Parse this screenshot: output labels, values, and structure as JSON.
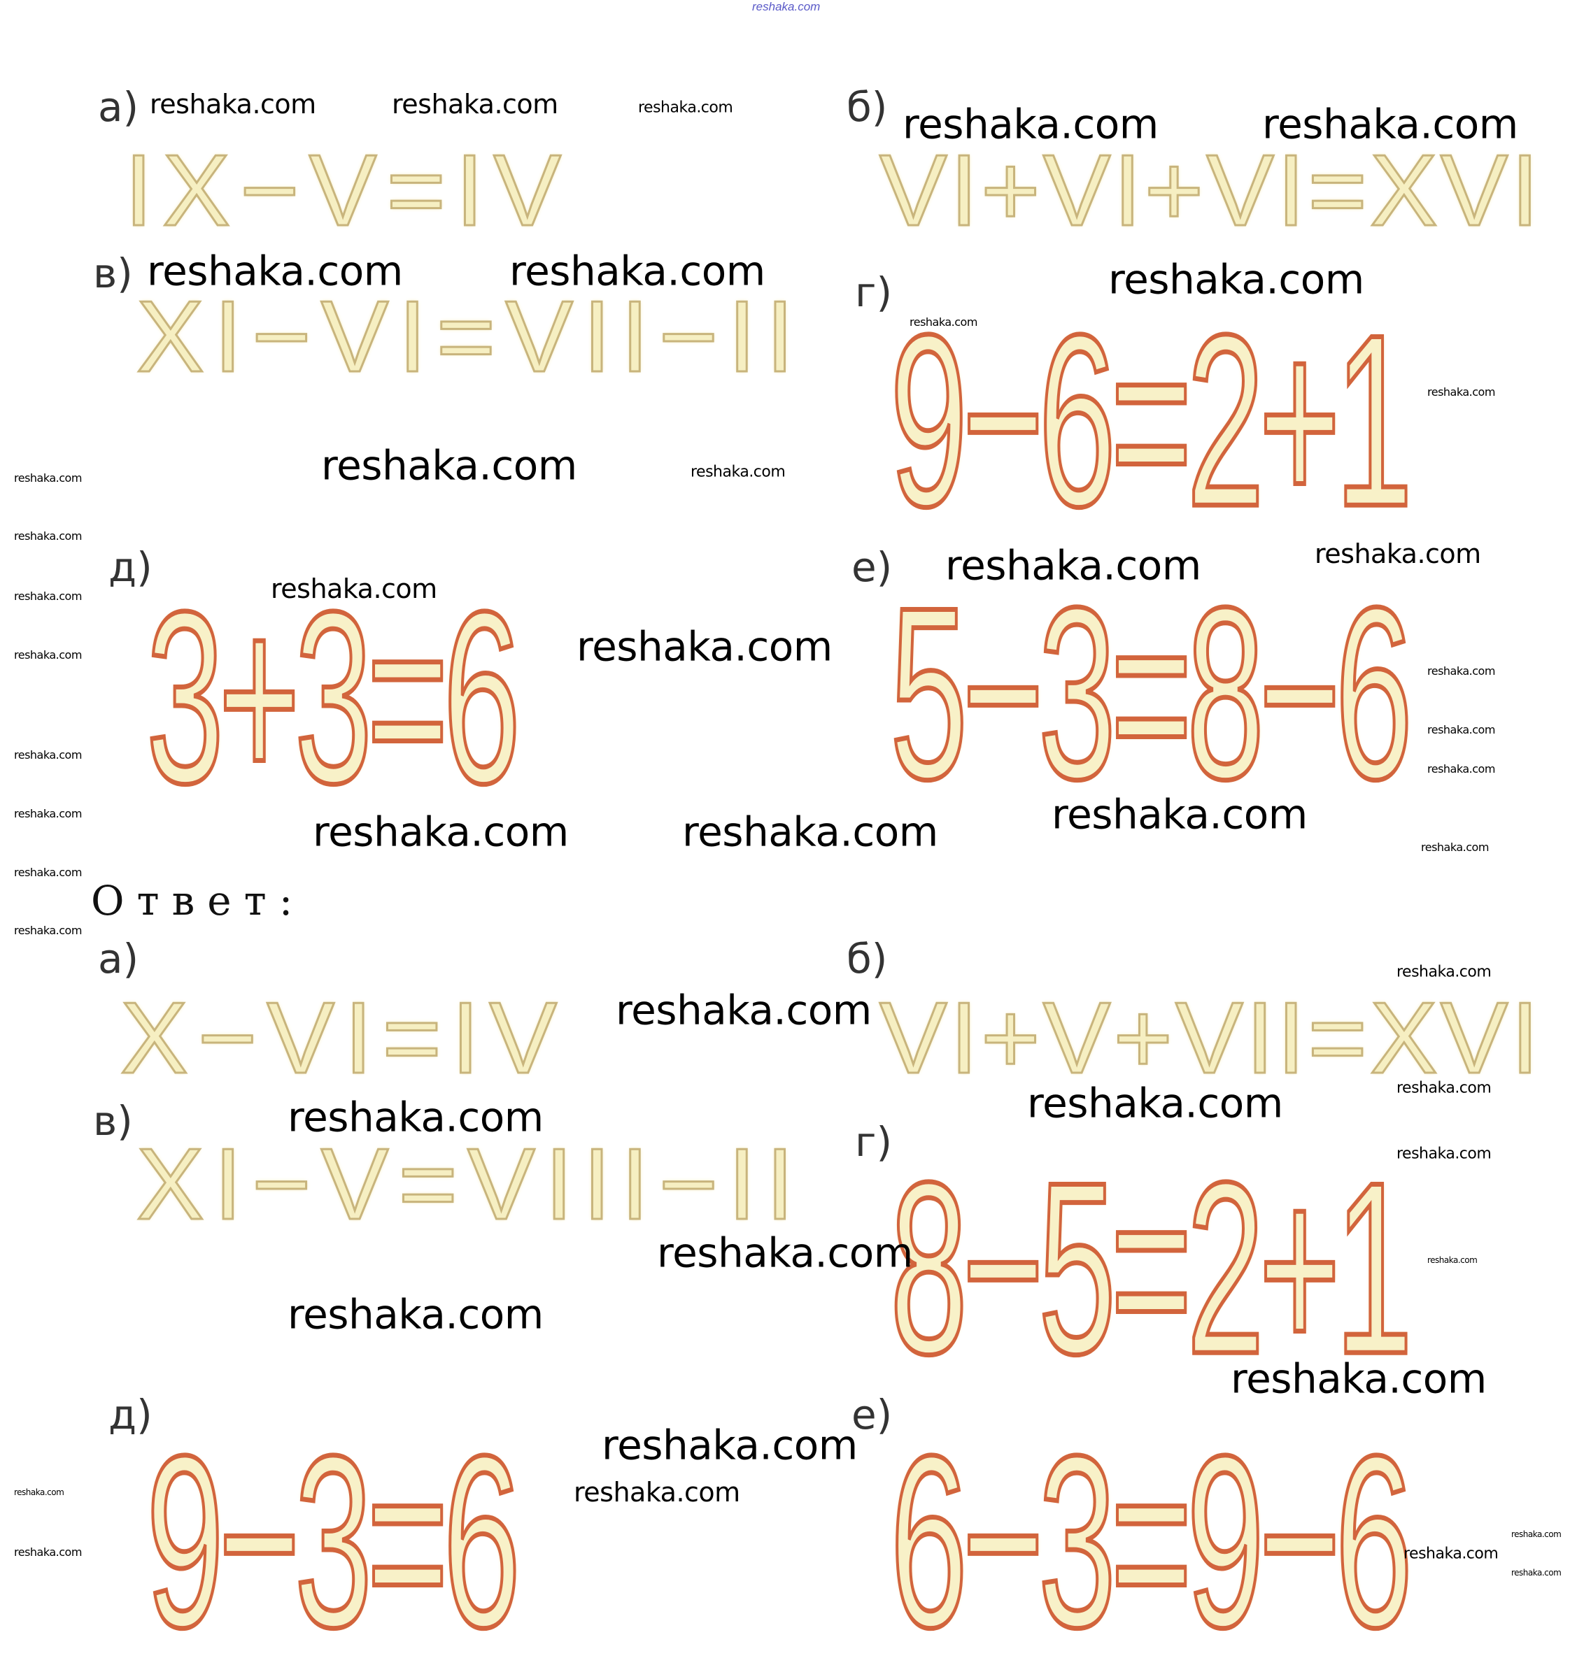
{
  "site_watermark_top": "reshaka.com",
  "watermark": "reshaka.com",
  "tasks": {
    "a": {
      "label": "а)",
      "equation": "IX−V=IV"
    },
    "b": {
      "label": "б)",
      "equation": "VI+VI+VI=XVI"
    },
    "v": {
      "label": "в)",
      "equation": "XI−VI=VII−II"
    },
    "g": {
      "label": "г)",
      "equation": "9−6=2+1"
    },
    "d": {
      "label": "д)",
      "equation": "3+3=6"
    },
    "e": {
      "label": "е)",
      "equation": "5−3=8−6"
    }
  },
  "answer_heading": "Ответ:",
  "answers": {
    "a": {
      "label": "а)",
      "equation": "X−VI=IV"
    },
    "b": {
      "label": "б)",
      "equation": "VI+V+VII=XVI"
    },
    "v": {
      "label": "в)",
      "equation": "XI−V=VIII−II"
    },
    "g": {
      "label": "г)",
      "equation": "8−5=2+1"
    },
    "d": {
      "label": "д)",
      "equation": "9−3=6"
    },
    "e": {
      "label": "е)",
      "equation": "6−3=9−6"
    }
  }
}
